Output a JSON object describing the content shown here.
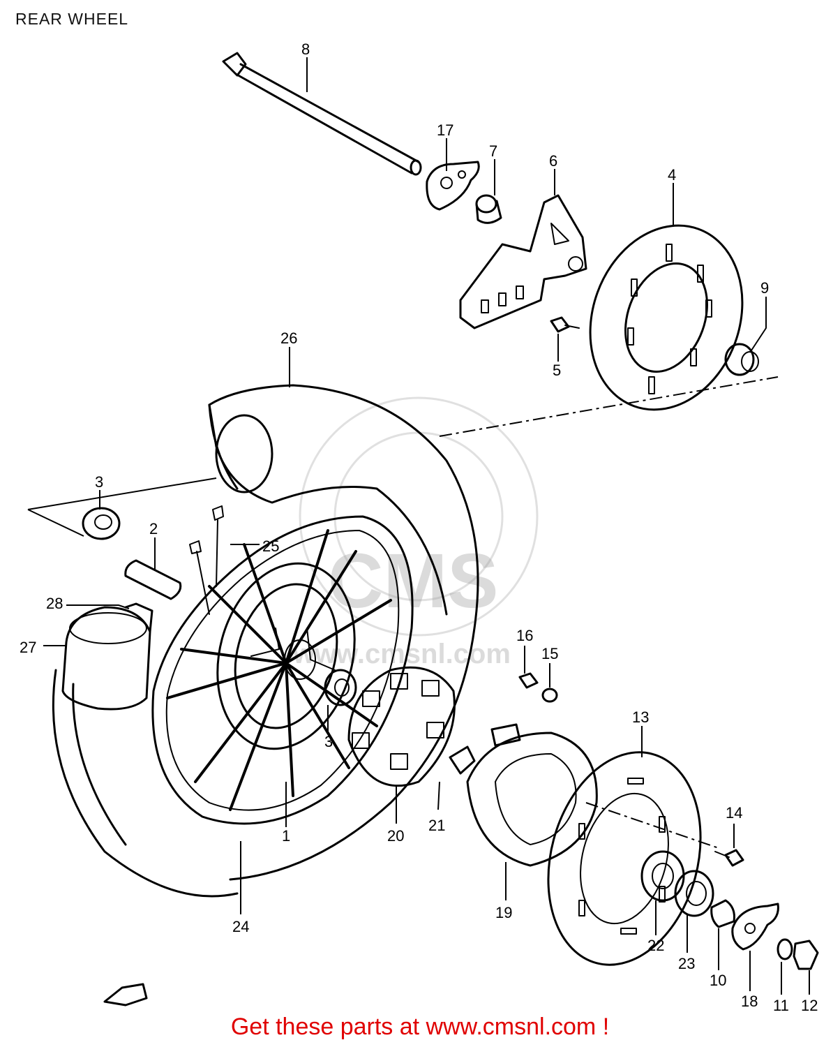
{
  "title": "REAR WHEEL",
  "footer": "Get these parts at www.cmsnl.com !",
  "watermark": {
    "brand": "CMS",
    "url": "www.cmsnl.com"
  },
  "labels": {
    "p1": "1",
    "p2": "2",
    "p3a": "3",
    "p3b": "3",
    "p4": "4",
    "p5": "5",
    "p6": "6",
    "p7": "7",
    "p8": "8",
    "p9": "9",
    "p10": "10",
    "p11": "11",
    "p12": "12",
    "p13": "13",
    "p14": "14",
    "p15": "15",
    "p16": "16",
    "p17": "17",
    "p18": "18",
    "p19": "19",
    "p20": "20",
    "p21": "21",
    "p22": "22",
    "p23": "23",
    "p24": "24",
    "p25": "25",
    "p26": "26",
    "p27": "27",
    "p28": "28"
  },
  "colors": {
    "footer": "#e00000",
    "ink": "#000000"
  }
}
